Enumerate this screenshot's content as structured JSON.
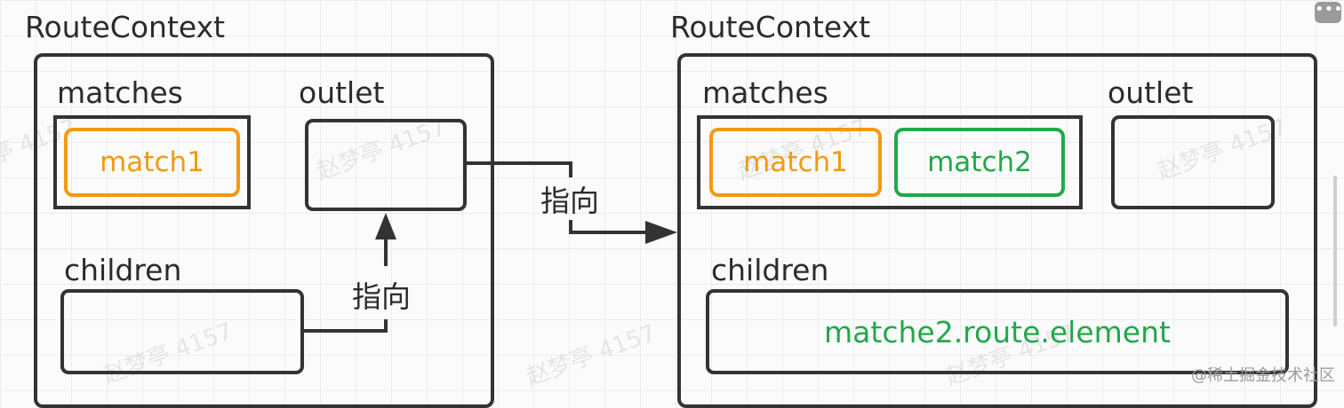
{
  "left": {
    "title": "RouteContext",
    "matches_label": "matches",
    "outlet_label": "outlet",
    "children_label": "children",
    "match1": "match1",
    "pointer_label": "指向"
  },
  "right": {
    "title": "RouteContext",
    "matches_label": "matches",
    "outlet_label": "outlet",
    "children_label": "children",
    "match1": "match1",
    "match2": "match2",
    "children_content": "matche2.route.element"
  },
  "connector": {
    "pointer_label": "指向"
  },
  "watermarks": [
    "赵梦亭 4157",
    "赵梦亭 4157",
    "赵梦亭 4157",
    "赵梦亭 4157",
    "赵梦亭 4157",
    "赵梦亭 4157",
    "赵梦亭 4157"
  ],
  "footer": {
    "brand": "@稀土掘金技术社区"
  },
  "window_controls": {
    "more_icon": "more-dots-icon"
  },
  "colors": {
    "stroke": "#333333",
    "match1": "#f29a12",
    "match2": "#22a84a"
  }
}
